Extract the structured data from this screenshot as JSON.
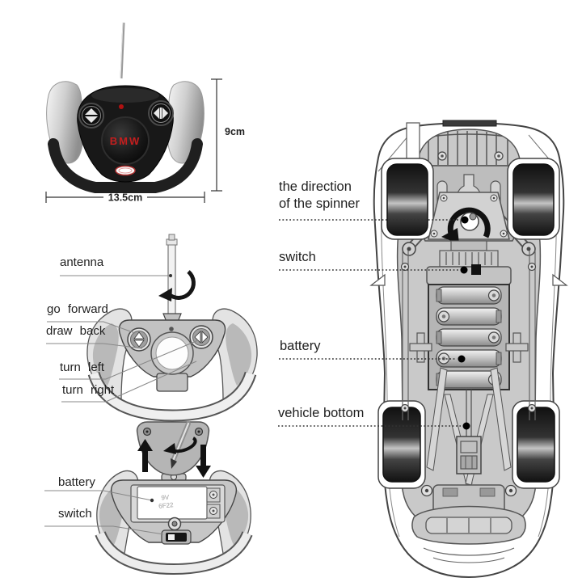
{
  "diagram": {
    "remote_photo": {
      "brand": "BMW",
      "dim_width": "13.5cm",
      "dim_height": "9cm"
    },
    "top_view": {
      "antenna": "antenna",
      "go_forward": "go forward",
      "draw_back": "draw back",
      "turn_left": "turn left",
      "turn_right": "turn right"
    },
    "back_view": {
      "battery": "battery",
      "switch": "switch",
      "cell_line1": "9V",
      "cell_line2": "6F22"
    },
    "vehicle": {
      "spinner_line1": "the direction",
      "spinner_line2": "of the spinner",
      "switch": "switch",
      "battery": "battery",
      "vehicle_bottom": "vehicle bottom"
    },
    "colors": {
      "accent_red": "#c41e1e",
      "line": "#444444",
      "chassis_gray": "#c9c9c9"
    }
  }
}
